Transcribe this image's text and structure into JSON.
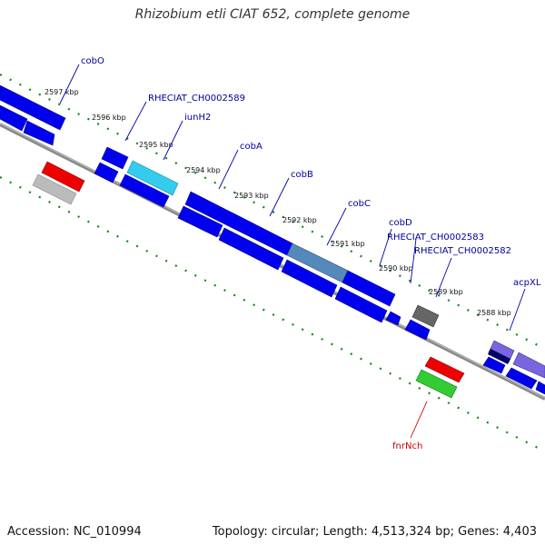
{
  "title": "Rhizobium etli CIAT 652, complete genome",
  "accession": "Accession: NC_010994",
  "topology": "Topology: circular; Length: 4,513,324 bp; Genes: 4,403",
  "kbp_labels": [
    "2597 kbp",
    "2596 kbp",
    "2595 kbp",
    "2594 kbp",
    "2593 kbp",
    "2592 kbp",
    "2591 kbp",
    "2590 kbp",
    "2589 kbp",
    "2588 kbp"
  ],
  "gene_labels": [
    "cobO",
    "RHECIAT_CH0002589",
    "iunH2",
    "cobA",
    "cobB",
    "cobC",
    "cobD",
    "RHECIAT_CH0002583",
    "RHECIAT_CH0002582",
    "acpXL",
    "fnrNch"
  ],
  "colors": {
    "gene_blue": "#0000ee",
    "gene_cyan": "#33ccee",
    "gene_steel": "#5588bb",
    "gene_red": "#ee0000",
    "gene_green": "#33cc33",
    "gene_gray": "#bbbbbb",
    "gene_darkgray": "#666666",
    "gene_navy": "#000066",
    "gene_lavender": "#7766dd",
    "tick_green": "#118811",
    "backbone": "#888888",
    "label_blue": "#000099",
    "label_red": "#cc0000"
  }
}
